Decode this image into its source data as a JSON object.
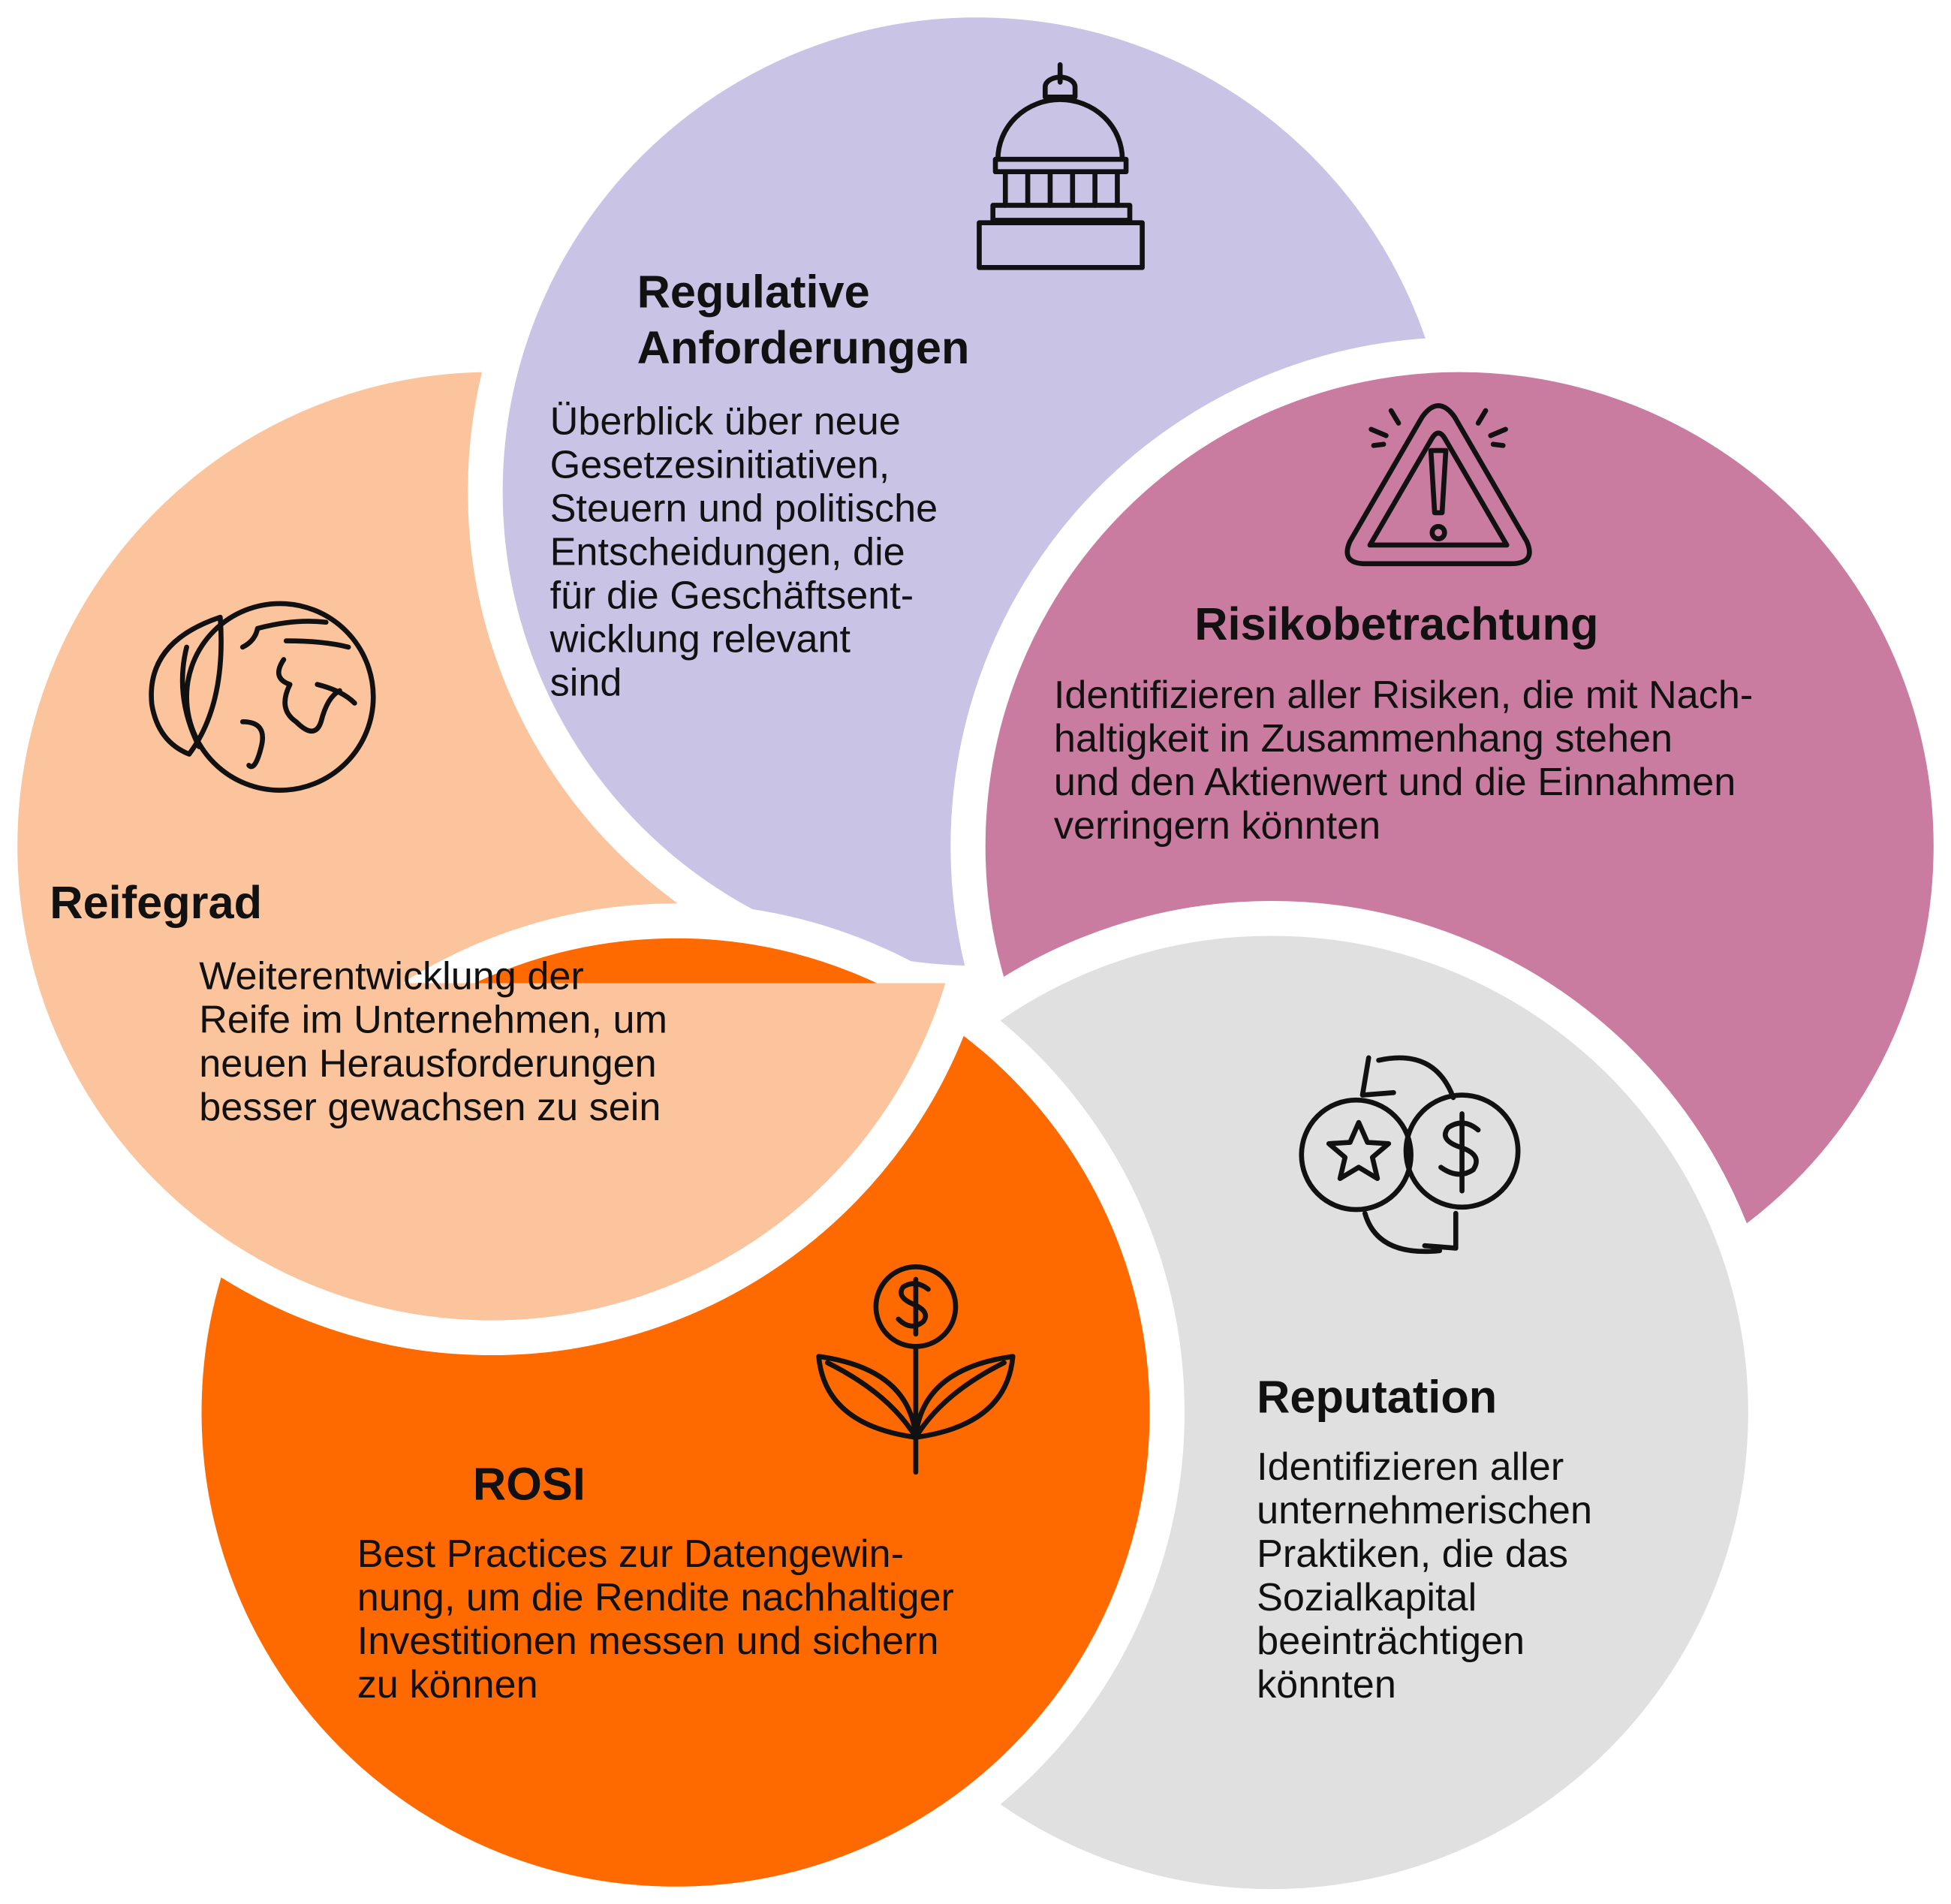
{
  "colors": {
    "regulative": "#C9C3E5",
    "risiko": "#CA7BA0",
    "reputation": "#E0E0E0",
    "rosi": "#FF6A00",
    "reifegrad": "#FCC49C"
  },
  "segments": {
    "regulative": {
      "icon": "capitol-building-icon",
      "title": [
        "Regulative",
        "Anforderungen"
      ],
      "body": [
        "Überblick über neue",
        "Gesetzesinitiativen,",
        "Steuern und politische",
        "Entscheidungen, die",
        "für die Geschäftsent-",
        "wicklung relevant",
        "sind"
      ]
    },
    "risiko": {
      "icon": "warning-triangle-icon",
      "title": [
        "Risikobetrachtung"
      ],
      "body": [
        "Identifizieren aller Risiken, die mit Nach-",
        "haltigkeit in Zusammenhang stehen",
        "und den Aktienwert und die Einnahmen",
        "verringern könnten"
      ]
    },
    "reifegrad": {
      "icon": "globe-leaf-icon",
      "title": [
        "Reifegrad"
      ],
      "body": [
        "Weiterentwicklung der",
        "Reife im Unternehmen, um",
        "neuen Herausforderungen",
        "besser gewachsen zu sein"
      ]
    },
    "reputation": {
      "icon": "coin-exchange-icon",
      "title": [
        "Reputation"
      ],
      "body": [
        "Identifizieren aller",
        "unternehmerischen",
        "Praktiken, die das",
        "Sozialkapital",
        "beeinträchtigen",
        "könnten"
      ]
    },
    "rosi": {
      "icon": "money-plant-icon",
      "title": [
        "ROSI"
      ],
      "body": [
        "Best Practices zur Datengewin-",
        "nung, um die Rendite nachhaltiger",
        "Investitionen messen und sichern",
        "zu können"
      ]
    }
  }
}
